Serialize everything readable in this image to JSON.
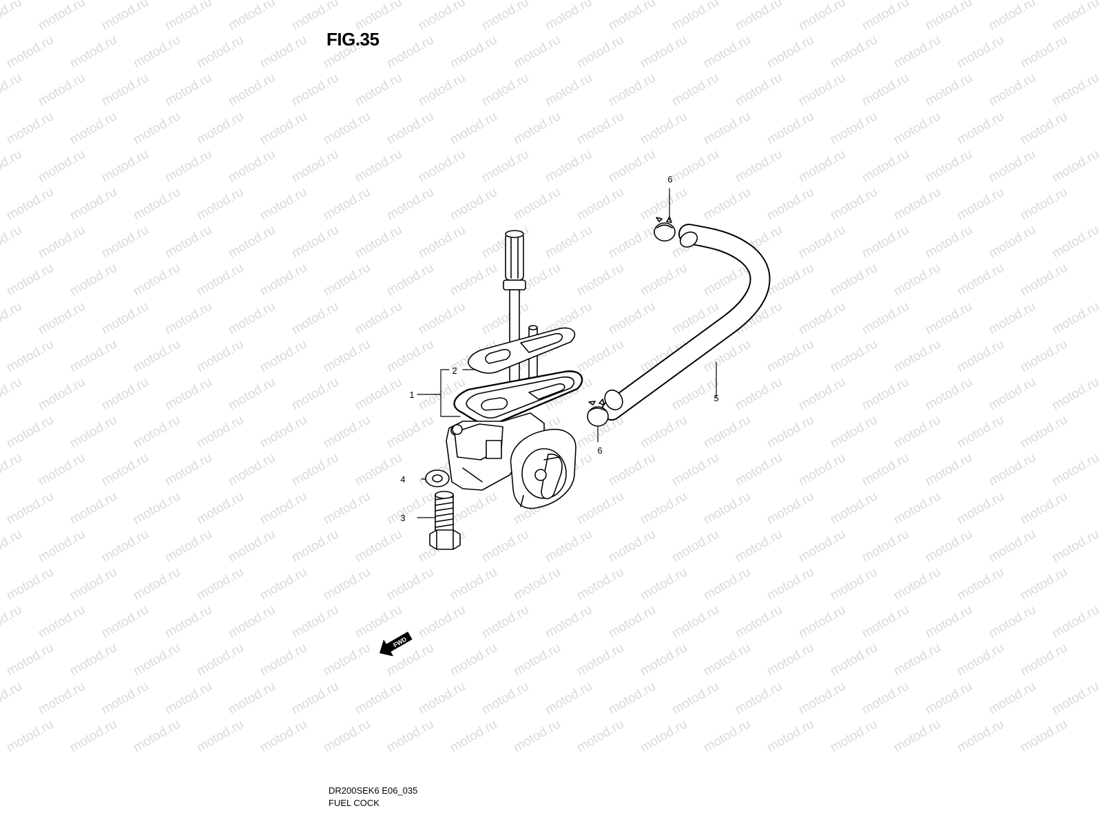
{
  "watermark": {
    "text": "motod.ru"
  },
  "figure": {
    "title": "FIG.35"
  },
  "callouts": [
    {
      "id": "callout-1",
      "label": "1"
    },
    {
      "id": "callout-2",
      "label": "2"
    },
    {
      "id": "callout-3",
      "label": "3"
    },
    {
      "id": "callout-4",
      "label": "4"
    },
    {
      "id": "callout-5",
      "label": "5"
    },
    {
      "id": "callout-6-top",
      "label": "6"
    },
    {
      "id": "callout-6-bottom",
      "label": "6"
    }
  ],
  "fwd_arrow": {
    "label": "FWD"
  },
  "caption": {
    "code": "DR200SEK6 E06_035",
    "name": "FUEL COCK"
  }
}
